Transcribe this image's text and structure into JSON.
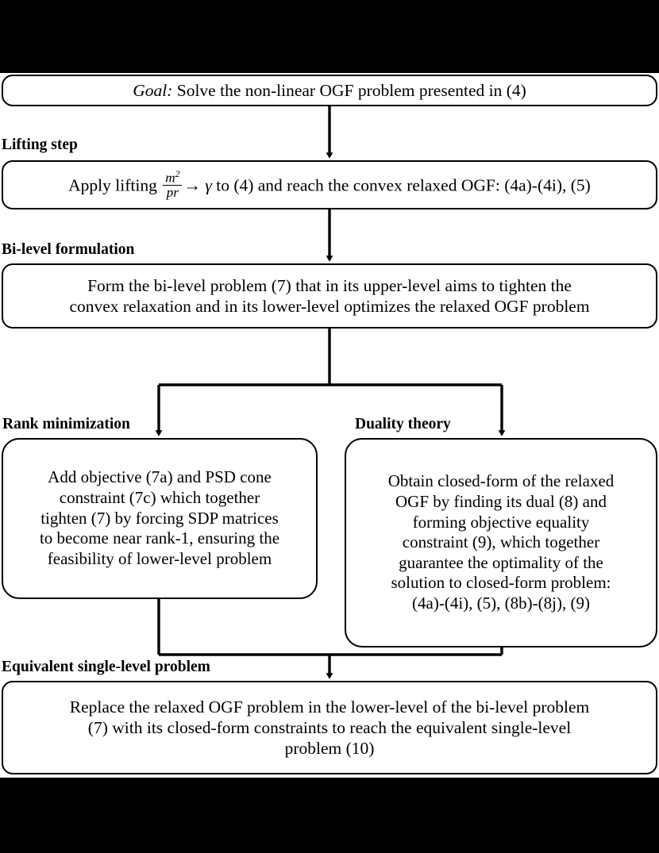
{
  "figure": {
    "type": "flowchart",
    "orientation": "top-to-bottom",
    "background_bar_color": "#000000",
    "canvas_color": "#ffffff",
    "line_color": "#000000"
  },
  "labels": {
    "lifting_step": "Lifting step",
    "bilevel_formulation": "Bi-level formulation",
    "rank_minimization": "Rank minimization",
    "duality_theory": "Duality theory",
    "equivalent_single_level": "Equivalent single-level problem"
  },
  "boxes": {
    "goal": {
      "prefix_italic": "Goal:",
      "text": " Solve the non-linear OGF problem presented in (4)"
    },
    "lifting": {
      "before": "Apply lifting ",
      "fraction_numerator": "m",
      "fraction_numerator_exponent": "2",
      "fraction_denominator": "pr",
      "arrow": "→",
      "variable": "γ",
      "after": " to (4) and reach the convex relaxed OGF: (4a)-(4i), (5)"
    },
    "bilevel": {
      "line1": "Form the bi-level problem (7) that in its upper-level aims to tighten the",
      "line2": "convex relaxation and in its lower-level optimizes the relaxed OGF problem"
    },
    "rank": {
      "line1": "Add objective (7a) and PSD cone",
      "line2": "constraint (7c) which together",
      "line3": "tighten (7) by forcing SDP matrices",
      "line4": "to become near rank-1, ensuring the",
      "line5": "feasibility of lower-level problem"
    },
    "duality": {
      "line1": "Obtain closed-form of the relaxed",
      "line2": "OGF by finding its dual (8) and",
      "line3": "forming objective equality",
      "line4": "constraint (9), which together",
      "line5": "guarantee the optimality of the",
      "line6": "solution to closed-form problem:",
      "line7": "(4a)-(4i), (5), (8b)-(8j), (9)"
    },
    "final": {
      "line1": "Replace the relaxed OGF problem in the lower-level of the bi-level problem",
      "line2": "(7) with its closed-form constraints to reach the equivalent single-level",
      "line3": "problem (10)"
    }
  }
}
